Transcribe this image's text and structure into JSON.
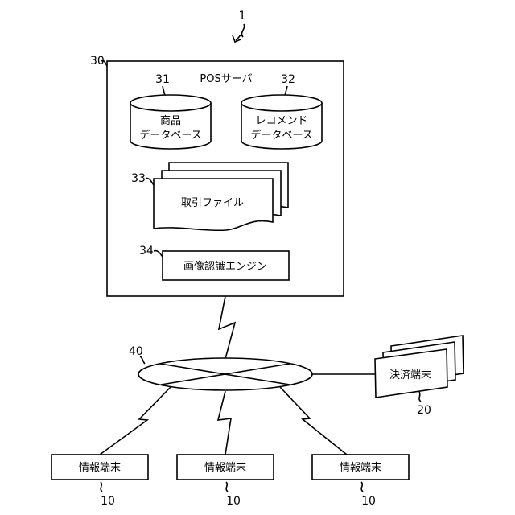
{
  "figure_ref": "1",
  "server": {
    "ref": "30",
    "title": "POSサーバ",
    "product_db": {
      "ref": "31",
      "line1": "商品",
      "line2": "データベース"
    },
    "recommend_db": {
      "ref": "32",
      "line1": "レコメンド",
      "line2": "データベース"
    },
    "transaction_file": {
      "ref": "33",
      "label": "取引ファイル"
    },
    "image_engine": {
      "ref": "34",
      "label": "画像認識エンジン"
    }
  },
  "network": {
    "ref": "40"
  },
  "payment_terminal": {
    "ref": "20",
    "label": "決済端末"
  },
  "info_terminals": [
    {
      "ref": "10",
      "label": "情報端末"
    },
    {
      "ref": "10",
      "label": "情報端末"
    },
    {
      "ref": "10",
      "label": "情報端末"
    }
  ]
}
